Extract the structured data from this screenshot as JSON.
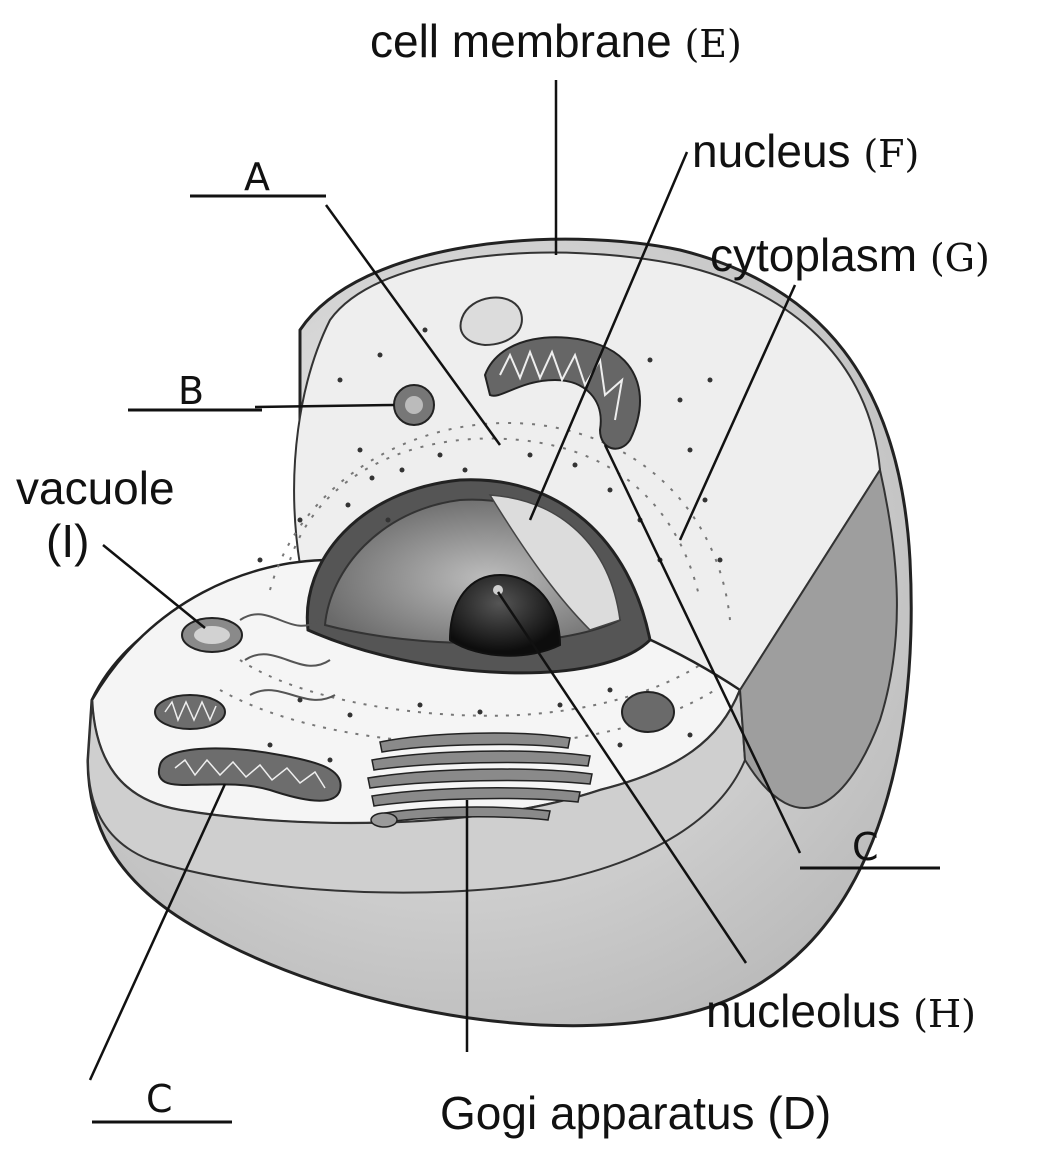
{
  "labels": {
    "cell_membrane": {
      "name": "cell membrane",
      "tag": "(E)"
    },
    "nucleus": {
      "name": "nucleus",
      "tag": "(F)"
    },
    "cytoplasm": {
      "name": "cytoplasm",
      "tag": "(G)"
    },
    "vacuole": {
      "name": "vacuole",
      "tag": "(I)"
    },
    "nucleolus": {
      "name": "nucleolus",
      "tag": "(H)"
    },
    "golgi": "Gogi apparatus (D)",
    "blank_a": "A",
    "blank_b": "B",
    "blank_c_right": "C",
    "blank_c_left": "C"
  },
  "colors": {
    "outline": "#222222",
    "cell_fill": "#e4e4e4",
    "inner_fill": "#f2f2f2",
    "dark_fill": "#5a5a5a",
    "nucleolus_fill": "#1c1c1c"
  }
}
